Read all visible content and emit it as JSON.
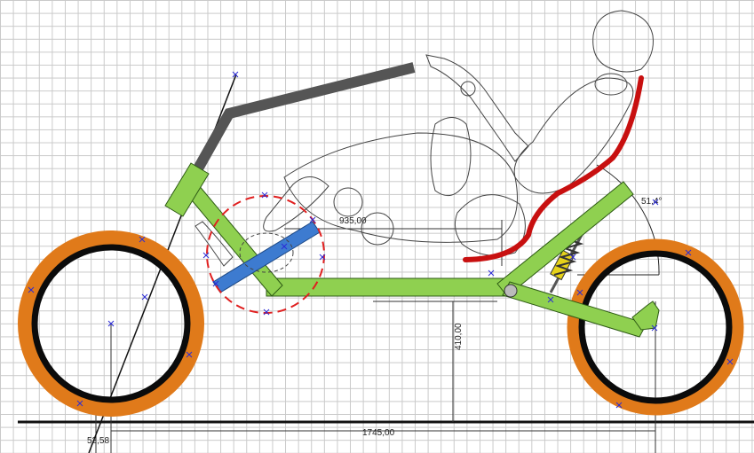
{
  "dimensions": {
    "wheelbase": "1745,00",
    "seat_height": "410,00",
    "boom_length": "935,00",
    "trail": "52,58",
    "seat_angle": "51,4°"
  },
  "colors": {
    "tire": "#e07a1a",
    "rim": "#0b0b0b",
    "frame": "#8fd050",
    "frame_stroke": "#2d5a14",
    "seat": "#c81010",
    "handlebar": "#555555",
    "boom_tube": "#3d7bd0",
    "shock_spring": "#333333",
    "shock_body": "#e6d21a",
    "selection_circle": "#e02020",
    "snap_marker": "#2b2bd6",
    "ground": "#111111"
  }
}
